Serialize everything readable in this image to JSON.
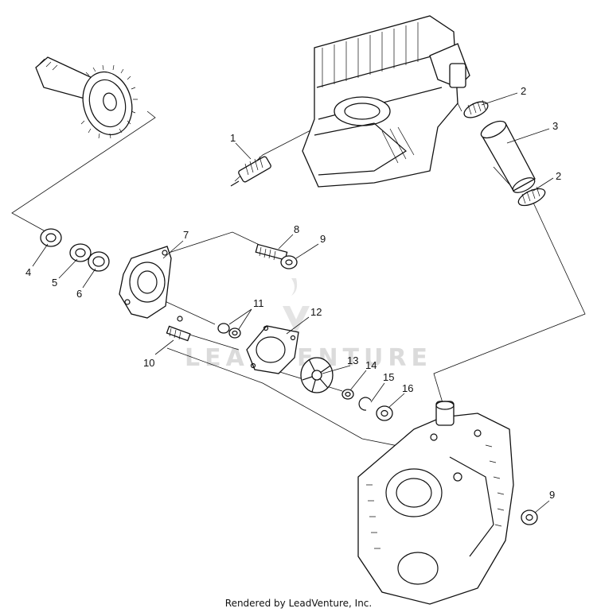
{
  "diagram": {
    "watermark_text": "LEADVENTURE",
    "footer": "Rendered by LeadVenture, Inc.",
    "callouts": [
      "1",
      "2",
      "3",
      "2",
      "4",
      "5",
      "6",
      "7",
      "8",
      "9",
      "11",
      "12",
      "10",
      "13",
      "14",
      "15",
      "16",
      "9"
    ]
  }
}
